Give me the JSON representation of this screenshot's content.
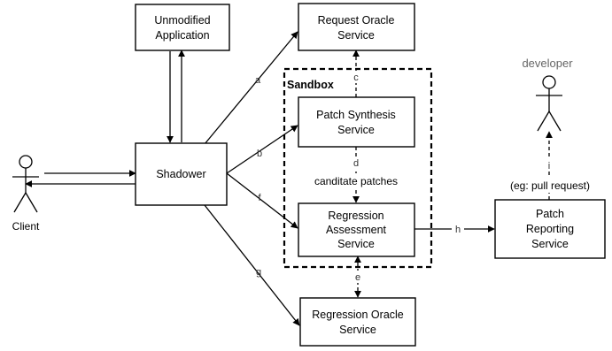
{
  "nodes": {
    "unmodified_app": [
      "Unmodified",
      "Application"
    ],
    "request_oracle": [
      "Request Oracle",
      "Service"
    ],
    "patch_synthesis": [
      "Patch Synthesis",
      "Service"
    ],
    "regression_assessment": [
      "Regression",
      "Assessment",
      "Service"
    ],
    "regression_oracle": [
      "Regression Oracle",
      "Service"
    ],
    "patch_reporting": [
      "Patch",
      "Reporting",
      "Service"
    ],
    "shadower": "Shadower"
  },
  "actors": {
    "client": "Client",
    "developer": "developer"
  },
  "sandbox_label": "Sandbox",
  "edge_labels": {
    "a": "a",
    "b": "b",
    "c": "c",
    "d": "d",
    "e": "e",
    "f": "f",
    "g": "g",
    "h": "h",
    "i": "i"
  },
  "notes": {
    "candidate_patches": "canditate patches",
    "pull_request": "(eg: pull request)"
  }
}
